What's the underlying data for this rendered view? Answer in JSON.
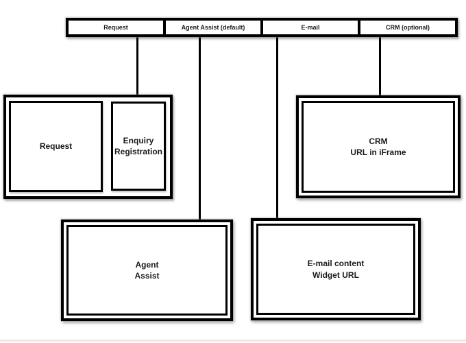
{
  "palette": {
    "border": "#000000",
    "text": "#1a1a1a",
    "background": "#ffffff"
  },
  "tab_bar": {
    "tabs": [
      {
        "label": "Request"
      },
      {
        "label": "Agent Assist (default)"
      },
      {
        "label": "E-mail"
      },
      {
        "label": "CRM (optional)"
      }
    ]
  },
  "boxes": {
    "request_group": {
      "request_label": "Request",
      "enquiry_label": "Enquiry\nRegistration"
    },
    "crm": {
      "label": "CRM\nURL in iFrame"
    },
    "agent_assist": {
      "label": "Agent\nAssist"
    },
    "email": {
      "label": "E-mail content\nWidget URL"
    }
  }
}
